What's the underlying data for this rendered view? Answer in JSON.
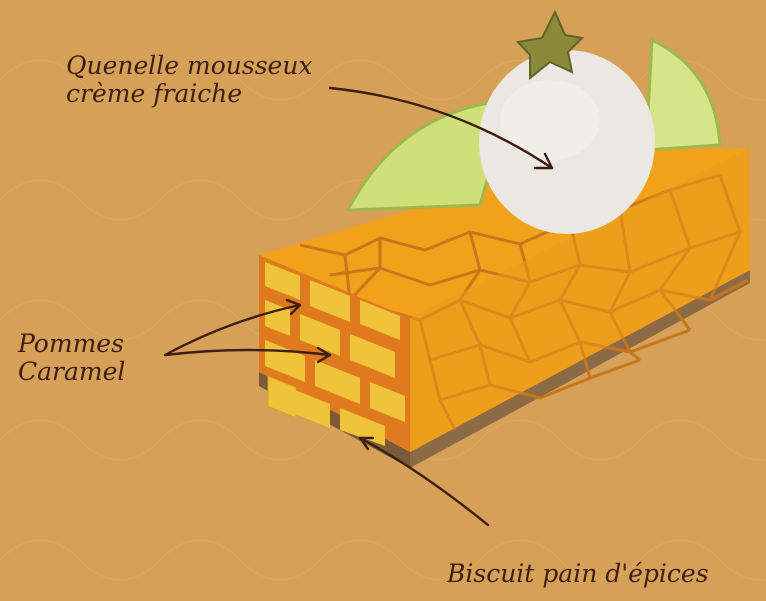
{
  "labels": {
    "quenelle": {
      "line1": "Quenelle mousseux",
      "line2": "crème fraiche"
    },
    "pommes": {
      "line1": "Pommes",
      "line2": "Caramel"
    },
    "biscuit": {
      "line1": "Biscuit pain d'épices"
    }
  },
  "colors": {
    "background": "#d7a059",
    "caramel_top": "#f2a21a",
    "caramel_vein": "#c8761a",
    "apple_block": "#f0c43a",
    "caramel_grid": "#e07a1e",
    "biscuit": "#8b6a45",
    "cream": "#ebe7e2",
    "apple_slice": "#cfe07a",
    "text": "#3a1f12"
  },
  "icons": [
    "leaf-garnish-icon",
    "arrow-icon"
  ]
}
